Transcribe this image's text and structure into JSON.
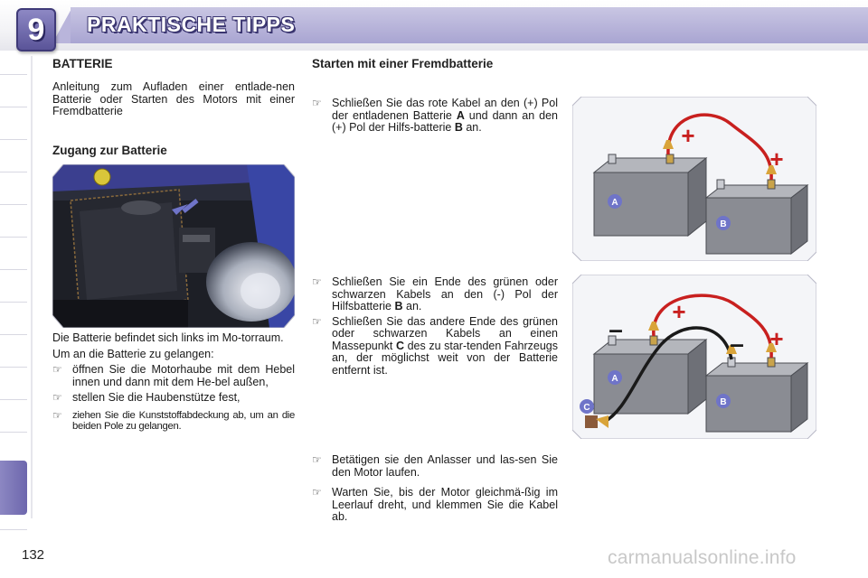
{
  "header": {
    "chapter_number": "9",
    "title": "PRAKTISCHE TIPPS"
  },
  "left": {
    "heading": "BATTERIE",
    "intro": "Anleitung zum Aufladen einer entlade-nen Batterie oder Starten des Motors mit einer Fremdbatterie",
    "access_heading": "Zugang zur Batterie",
    "location_text": "Die Batterie befindet sich links im Mo-torraum.",
    "access_intro": "Um an die Batterie zu gelangen:",
    "steps": [
      "öffnen Sie die Motorhaube mit dem Hebel innen und dann mit dem He-bel außen,",
      "stellen Sie die Haubenstütze fest,",
      "ziehen Sie die Kunststoffabdeckung ab, um an die beiden Pole zu gelangen."
    ]
  },
  "middle": {
    "heading": "Starten mit einer Fremdbatterie",
    "step1": {
      "before_a": "Schließen Sie das rote Kabel an den (+) Pol der entladenen Batterie",
      "bold_a": "A",
      "middle": "und dann an den (+) Pol der Hilfs-batterie",
      "bold_b": "B",
      "after": "an."
    },
    "step2": {
      "before": "Schließen Sie ein Ende des grünen oder schwarzen Kabels an den (-) Pol der Hilfsbatterie",
      "bold": "B",
      "after": "an."
    },
    "step3": {
      "before": "Schließen Sie das andere Ende des grünen oder schwarzen Kabels an einen Massepunkt",
      "bold": "C",
      "after": "des zu star-tenden Fahrzeugs an, der möglichst weit von der Batterie entfernt ist."
    },
    "step4": "Betätigen sie den Anlasser und las-sen Sie den Motor laufen.",
    "step5": "Warten Sie, bis der Motor gleichmä-ßig im Leerlauf dreht, und klemmen Sie die Kabel ab."
  },
  "figures": {
    "battery_a_label": "A",
    "battery_b_label": "B",
    "ground_label": "C",
    "plus_sign": "+",
    "minus_sign": "–"
  },
  "bullet_marker": "☞",
  "page_number": "132",
  "watermark": "carmanualsonline.info"
}
